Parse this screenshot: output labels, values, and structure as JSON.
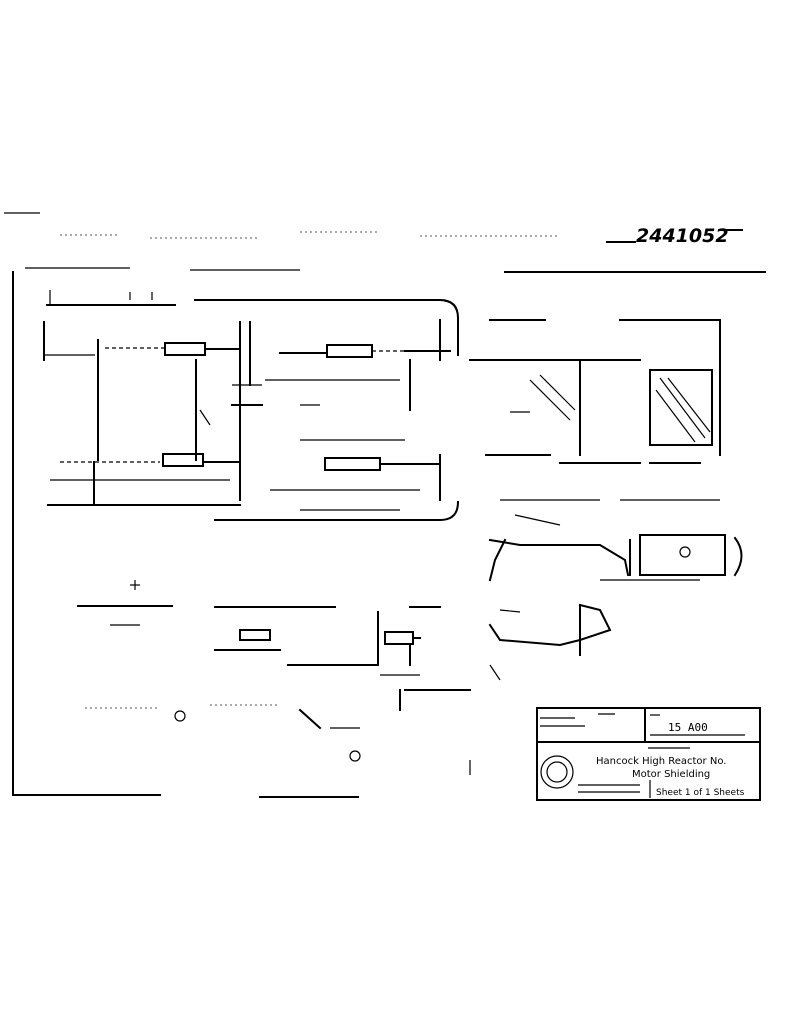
{
  "drawing": {
    "number": "2441052",
    "title_block": {
      "drawing_ref": "15 A00",
      "title_line_1": "Hancock High Reactor No.",
      "title_line_2": "Motor Shielding",
      "sheet": "Sheet 1 of 1 Sheets"
    }
  }
}
